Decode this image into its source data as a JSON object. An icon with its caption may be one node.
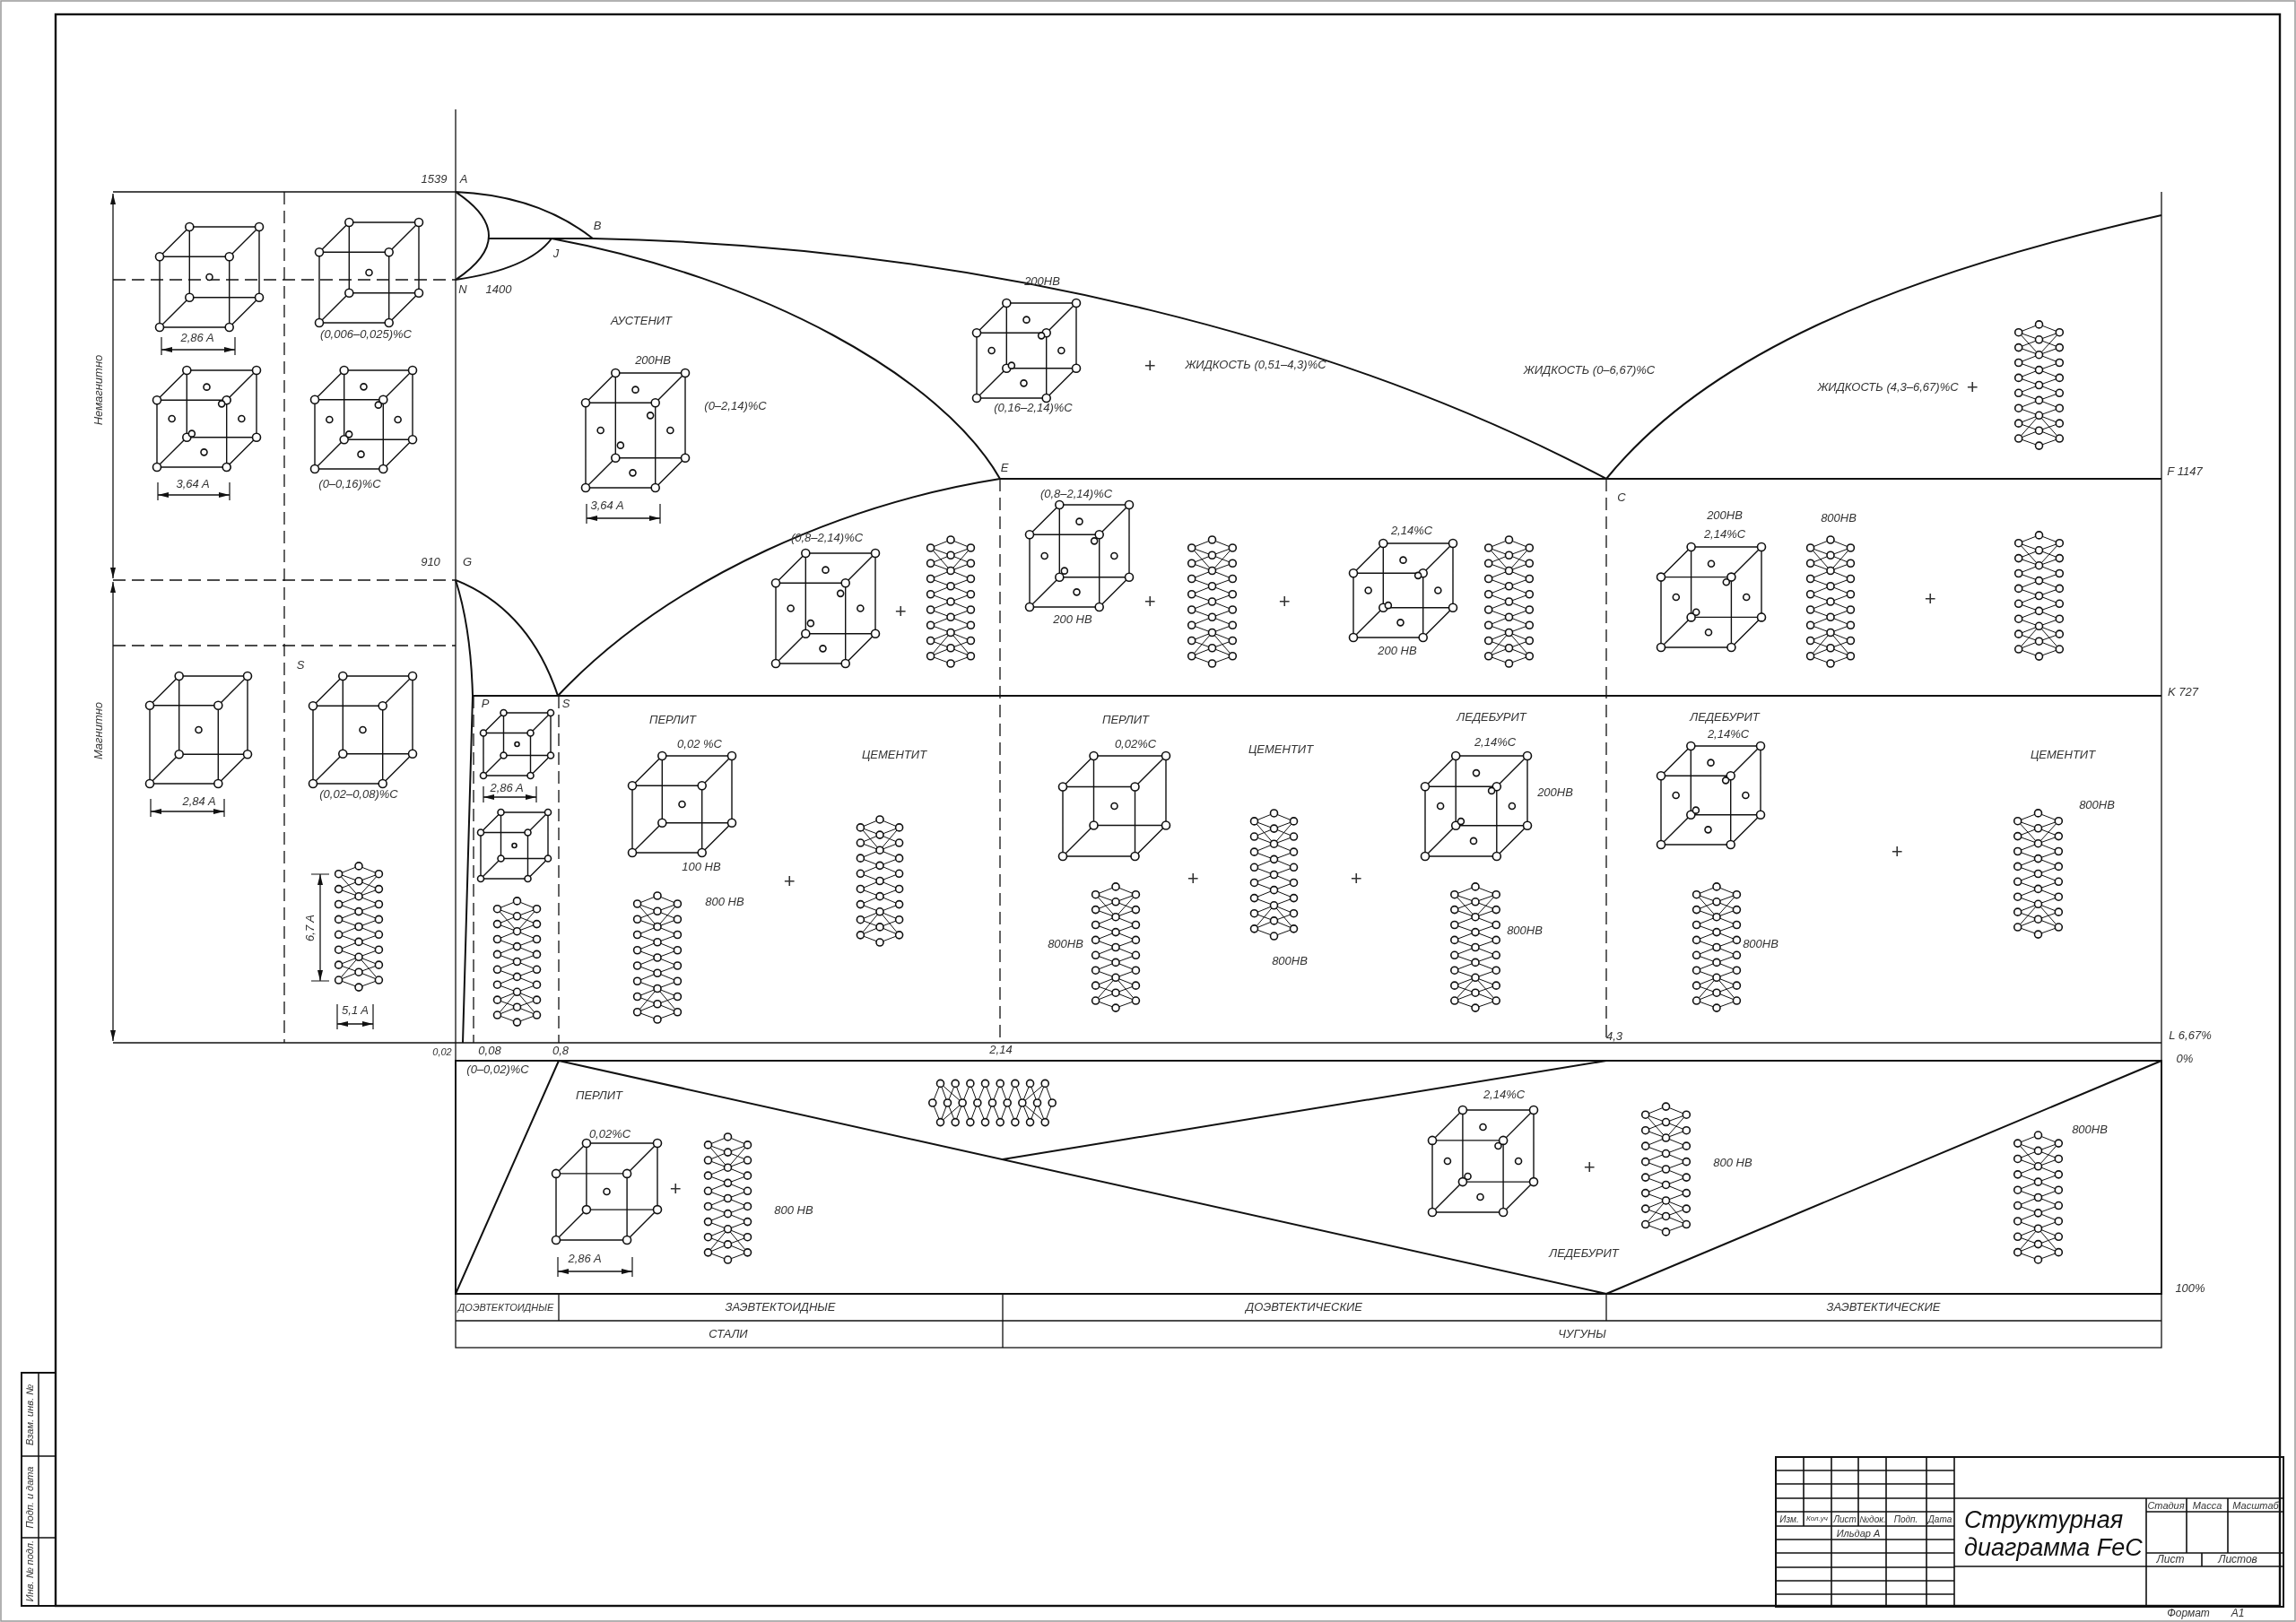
{
  "diagram": {
    "title": "Структурная диаграмма FeC",
    "labels": [
      "1539",
      "A",
      "B",
      "J",
      "N",
      "1400",
      "Немагнитно",
      "2,86 A",
      "(0,006–0,025)%C",
      "3,64 A",
      "(0–0,16)%C",
      "910",
      "G",
      "АУСТЕНИТ",
      "200НВ",
      "(0–2,14)%C",
      "3,64 A",
      "200НВ",
      "(0,16–2,14)%C",
      "+",
      "ЖИДКОСТЬ (0,51–4,3)%C",
      "ЖИДКОСТЬ (0–6,67)%C",
      "ЖИДКОСТЬ (4,3–6,67)%C",
      "+",
      "E",
      "F 1147",
      "(0,8–2,14)%C",
      "+",
      "(0,8–2,14)%C",
      "200 НВ",
      "+",
      "+",
      "2,14%C",
      "200 НВ",
      "C",
      "200НВ",
      "2,14%C",
      "800НВ",
      "+",
      "K 727",
      "Магнитно",
      "S",
      "P",
      "S",
      "ПЕРЛИТ",
      "ПЕРЛИТ",
      "ЛЕДЕБУРИТ",
      "ЛЕДЕБУРИТ",
      "0,02 %C",
      "0,02%C",
      "2,14%C",
      "2,14%C",
      "ЦЕМЕНТИТ",
      "ЦЕМЕНТИТ",
      "ЦЕМЕНТИТ",
      "2,84 A",
      "(0,02–0,08)%C",
      "2,86 A",
      "200НВ",
      "800НВ",
      "100 НВ",
      "+",
      "+",
      "+",
      "+",
      "800 НВ",
      "6,7 A",
      "800НВ",
      "800НВ",
      "800НВ",
      "800НВ",
      "5,1 A",
      "4,3",
      "L 6,67%",
      "0,02",
      "0,08",
      "0,8",
      "2,14",
      "0%",
      "(0–0,02)%C",
      "ПЕРЛИТ",
      "2,14%C",
      "800НВ",
      "0,02%C",
      "800 НВ",
      "+",
      "+",
      "800 НВ",
      "ЛЕДЕБУРИТ",
      "2,86 A",
      "100%",
      "ДОЭВТЕКТОИДНЫЕ",
      "ЗАЭВТЕКТОИДНЫЕ",
      "ДОЭВТЕКТИЧЕСКИЕ",
      "ЗАЭВТЕКТИЧЕСКИЕ",
      "СТАЛИ",
      "ЧУГУНЫ",
      "Взам. инв. №",
      "Подп. и дата",
      "Инв. № подл.",
      "Изм.",
      "Кол.уч",
      "Лист",
      "№док.",
      "Подп.",
      "Дата",
      "Ильдар А",
      "Стадия",
      "Масса",
      "Масштаб",
      "Лист",
      "Листов",
      "Формат",
      "А1"
    ]
  }
}
